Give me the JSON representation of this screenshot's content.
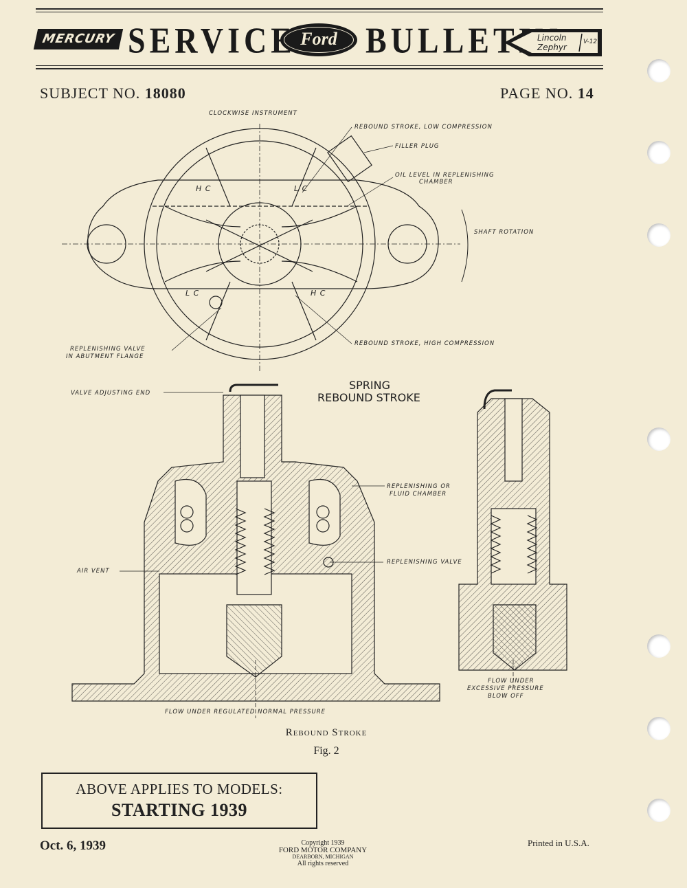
{
  "masthead": {
    "brand_left": "MERCURY",
    "word_service": "SERVICE",
    "brand_center": "Ford",
    "word_bulletin": "BULLETIN",
    "brand_right_line1": "Lincoln",
    "brand_right_line2": "Zephyr",
    "brand_right_v12": "V-12"
  },
  "subject": {
    "label": "SUBJECT NO.",
    "value": "18080"
  },
  "page": {
    "label": "PAGE NO.",
    "value": "14"
  },
  "diagram_labels": {
    "clockwise": "Clockwise Instrument",
    "rebound_low": "Rebound Stroke, Low Compression",
    "filler_plug": "Filler Plug",
    "oil_level_1": "Oil Level In Replenishing",
    "oil_level_2": "Chamber",
    "shaft_rotation": "Shaft Rotation",
    "hc_top": "H C",
    "lc_top": "L C",
    "lc_bottom": "L C",
    "hc_bottom": "H C",
    "replenishing_valve_1": "Replenishing Valve",
    "replenishing_valve_2": "In Abutment Flange",
    "rebound_high": "Rebound Stroke, High Compression",
    "spring_1": "SPRING",
    "spring_2": "REBOUND STROKE",
    "valve_adjusting": "Valve Adjusting End",
    "replenishing_chamber_1": "Replenishing Or",
    "replenishing_chamber_2": "Fluid Chamber",
    "air_vent": "Air Vent",
    "replenishing_valve_r": "Replenishing Valve",
    "flow_regulated": "Flow Under Regulated Normal Pressure",
    "flow_excessive_1": "Flow Under",
    "flow_excessive_2": "Excessive Pressure",
    "flow_excessive_3": "Blow Off"
  },
  "caption": {
    "title": "Rebound Stroke",
    "fig": "Fig. 2"
  },
  "models": {
    "line1": "ABOVE APPLIES TO MODELS:",
    "line2": "STARTING 1939"
  },
  "footer": {
    "date": "Oct. 6, 1939",
    "copyright1": "Copyright 1939",
    "copyright2": "FORD MOTOR COMPANY",
    "copyright3": "DEARBORN, MICHIGAN",
    "copyright4": "All rights reserved",
    "printed": "Printed in U.S.A."
  }
}
